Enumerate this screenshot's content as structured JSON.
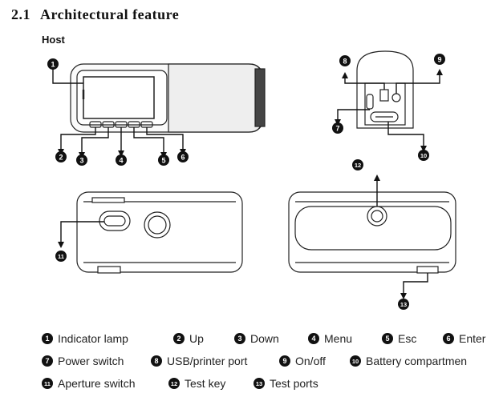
{
  "heading": {
    "number": "2.1",
    "title": "Architectural feature"
  },
  "subheading": "Host",
  "callouts": [
    "1",
    "2",
    "3",
    "4",
    "5",
    "6",
    "7",
    "8",
    "9",
    "10",
    "11",
    "12",
    "13"
  ],
  "legend": [
    [
      {
        "n": "1",
        "label": "Indicator lamp"
      },
      {
        "n": "2",
        "label": "Up"
      },
      {
        "n": "3",
        "label": "Down"
      },
      {
        "n": "4",
        "label": "Menu"
      },
      {
        "n": "5",
        "label": "Esc"
      },
      {
        "n": "6",
        "label": "Enter"
      }
    ],
    [
      {
        "n": "7",
        "label": "Power switch"
      },
      {
        "n": "8",
        "label": "USB/printer port"
      },
      {
        "n": "9",
        "label": "On/off"
      },
      {
        "n": "10",
        "label": "Battery compartmen"
      }
    ],
    [
      {
        "n": "11",
        "label": "Aperture switch"
      },
      {
        "n": "12",
        "label": "Test key"
      },
      {
        "n": "13",
        "label": "Test ports"
      }
    ]
  ]
}
